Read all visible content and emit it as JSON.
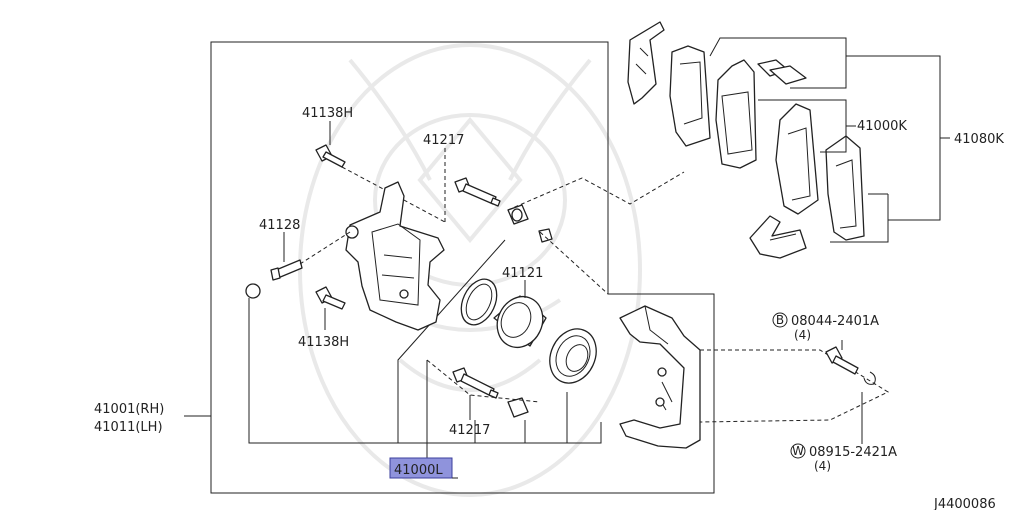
{
  "parts": {
    "bolt_upper": "41138H",
    "pin_upper": "41217",
    "bleeder": "41128",
    "piston": "41121",
    "bolt_lower": "41138H",
    "pin_lower": "41217",
    "caliper_rh": "41001(RH)",
    "caliper_lh": "41011(LH)",
    "assembly": "41000L",
    "pad_kit": "41000K",
    "hardware_kit": "41080K"
  },
  "fasteners": {
    "bolt_marker": "B",
    "bolt_part": "08044-2401A",
    "bolt_qty": "(4)",
    "washer_marker": "W",
    "washer_part": "08915-2421A",
    "washer_qty": "(4)"
  },
  "diagram_code": "J4400086",
  "colors": {
    "highlight": "#8f93dc",
    "line": "#222222"
  }
}
